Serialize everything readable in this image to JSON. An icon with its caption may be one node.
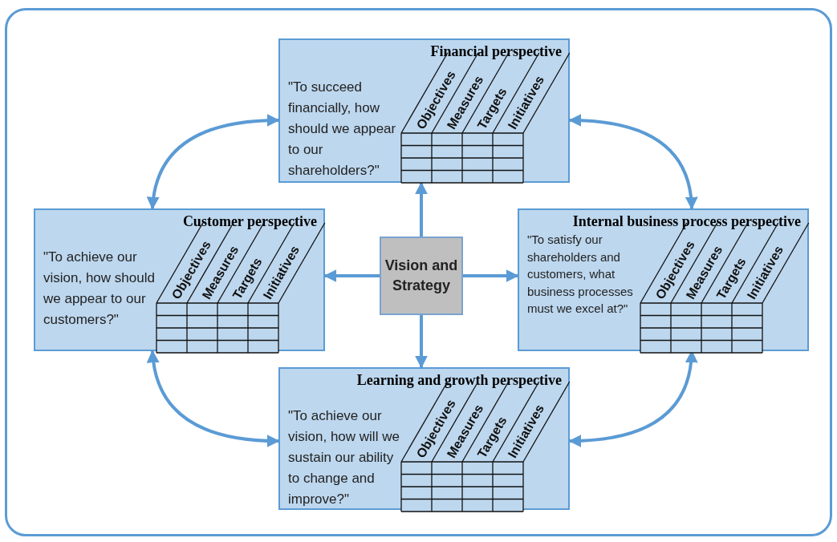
{
  "diagram": {
    "nodes": [
      {
        "text": [
          "Financial perspective",
          "\"To succeed financially, how should we appear to our shareholders?\"",
          "Objectives",
          "Measures",
          "Targets",
          "Initiatives"
        ]
      },
      {
        "text": [
          "Customer perspective",
          "\"To achieve our vision, how should we appear to our customers?\"",
          "Objectives",
          "Measures",
          "Targets",
          "Initiatives"
        ]
      },
      {
        "text": [
          "Vision and Strategy"
        ]
      },
      {
        "text": [
          "Internal business process perspective",
          "\"To satisfy our shareholders and customers, what business processes must we excel at?\"",
          "Objectives",
          "Measures",
          "Targets",
          "Initiatives"
        ]
      },
      {
        "text": [
          "Learning and growth perspective",
          "\"To achieve our vision, how will we sustain our ability to change and improve?\"",
          "Objectives",
          "Measures",
          "Targets",
          "Initiatives"
        ]
      }
    ],
    "edges": [
      {
        "from": 2,
        "to": 0,
        "arrow": "to"
      },
      {
        "from": 2,
        "to": 1,
        "arrow": "to"
      },
      {
        "from": 2,
        "to": 3,
        "arrow": "to"
      },
      {
        "from": 2,
        "to": 4,
        "arrow": "to"
      },
      {
        "from": 0,
        "to": 1,
        "arrow": "both"
      },
      {
        "from": 0,
        "to": 3,
        "arrow": "both"
      },
      {
        "from": 1,
        "to": 4,
        "arrow": "both"
      },
      {
        "from": 3,
        "to": 4,
        "arrow": "both"
      }
    ]
  }
}
